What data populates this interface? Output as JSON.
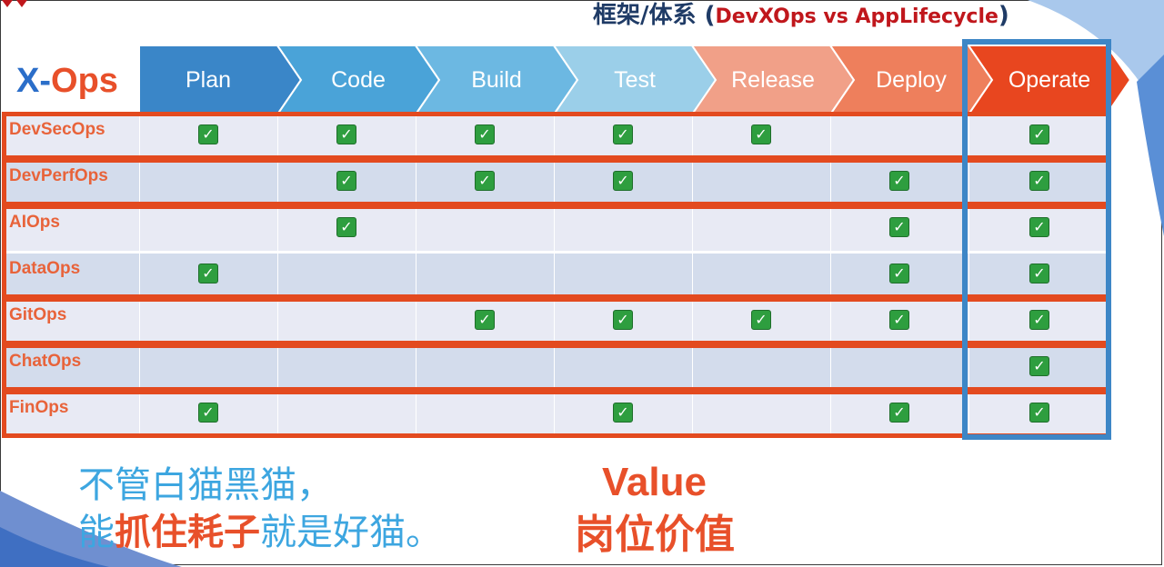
{
  "title": {
    "cn": "框架/体系",
    "open_paren": "(",
    "en": "DevXOps vs AppLifecycle",
    "close_paren": ")"
  },
  "logo": {
    "x": "X",
    "dash": "-",
    "ops": "Ops"
  },
  "stages": [
    "Plan",
    "Code",
    "Build",
    "Test",
    "Release",
    "Deploy",
    "Operate"
  ],
  "stage_colors": [
    "#3a86c8",
    "#4aa3d8",
    "#6cb8e2",
    "#9bcfe9",
    "#f1a088",
    "#ee7f5c",
    "#e8461f"
  ],
  "rows": [
    {
      "name": "DevSecOps",
      "checks": [
        1,
        1,
        1,
        1,
        1,
        0,
        1
      ]
    },
    {
      "name": "DevPerfOps",
      "checks": [
        0,
        1,
        1,
        1,
        0,
        1,
        1
      ]
    },
    {
      "name": "AIOps",
      "checks": [
        0,
        1,
        0,
        0,
        0,
        1,
        1
      ]
    },
    {
      "name": "DataOps",
      "checks": [
        1,
        0,
        0,
        0,
        0,
        1,
        1
      ]
    },
    {
      "name": "GitOps",
      "checks": [
        0,
        0,
        1,
        1,
        1,
        1,
        1
      ]
    },
    {
      "name": "ChatOps",
      "checks": [
        0,
        0,
        0,
        0,
        0,
        0,
        1
      ]
    },
    {
      "name": "FinOps",
      "checks": [
        1,
        0,
        0,
        1,
        0,
        1,
        1
      ]
    }
  ],
  "check_glyph": "✓",
  "colors": {
    "row_light": "#e8eaf4",
    "row_dark": "#d3dcec",
    "accent_red": "#e34a1f",
    "accent_blue": "#3d86c6"
  },
  "bottom": {
    "line1": "不管白猫黑猫，",
    "line2_pre": "能",
    "line2_em": "抓住耗子",
    "line2_post": "就是好猫。",
    "value": "Value",
    "gangwei": "岗位价值"
  }
}
